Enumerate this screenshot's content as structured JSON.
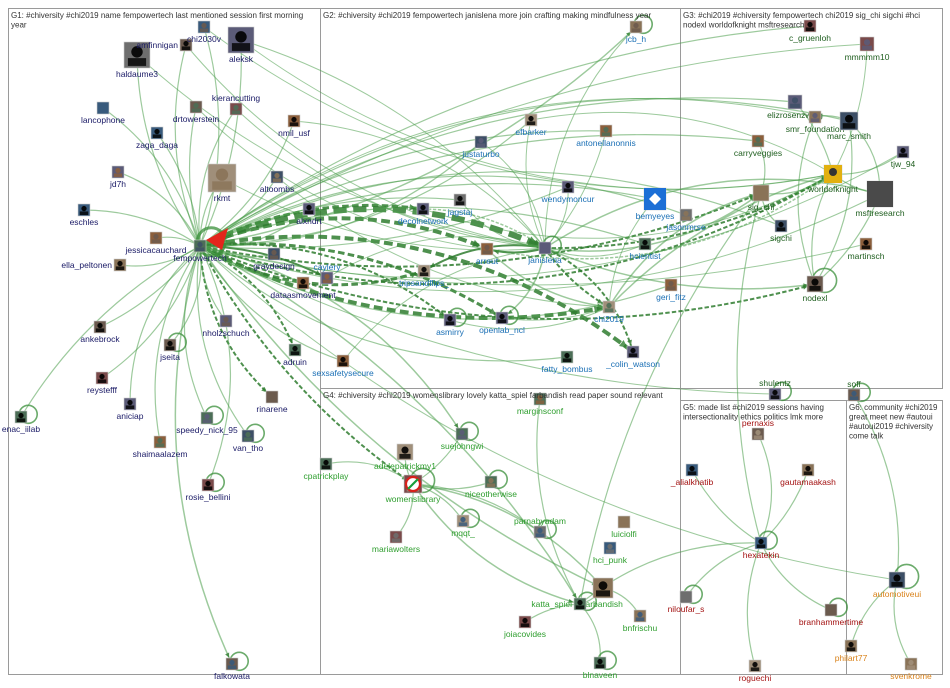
{
  "groups": [
    {
      "id": "G1",
      "header": "G1: #chiversity #chi2019 name fempowertech last mentioned session first morning year"
    },
    {
      "id": "G2",
      "header": "G2: #chiversity #chi2019 fempowertech janislena more join crafting making mindfulness year"
    },
    {
      "id": "G3",
      "header": "G3: #chi2019 #chiversity fempowertech chi2019 sig_chi sigchi #hci nodexl worldofknight msftresearch"
    },
    {
      "id": "G4",
      "header": "G4: #chiversity #chi2019 womenslibrary lovely katta_spiel farbandish read paper sound relevant"
    },
    {
      "id": "G5",
      "header": "G5: made list #chi2019 sessions having intersectionality ethics politics lmk more"
    },
    {
      "id": "G6",
      "header": "G6: community #chi2019 great meet new #autoui #autoui2019 #chiversity come talk"
    }
  ],
  "colors": {
    "G1": "#1a1a66",
    "G2": "#1a6fb5",
    "G3": "#1f5e1f",
    "G4": "#2e9e2e",
    "G5": "#a31212",
    "G6": "#d9821a",
    "edge": "#4d9e4d",
    "border": "#9a9a9a"
  },
  "nodes": [
    {
      "id": "haldaume3",
      "g": "G1"
    },
    {
      "id": "amfinnigan",
      "g": "G1"
    },
    {
      "id": "chi2030v",
      "g": "G1"
    },
    {
      "id": "aleksk",
      "g": "G1"
    },
    {
      "id": "kierancutting",
      "g": "G1"
    },
    {
      "id": "lancophone",
      "g": "G1"
    },
    {
      "id": "drtowerstein",
      "g": "G1"
    },
    {
      "id": "nmil_usf",
      "g": "G1"
    },
    {
      "id": "zaga_daga",
      "g": "G1"
    },
    {
      "id": "jd7h",
      "g": "G1"
    },
    {
      "id": "rkmt",
      "g": "G1"
    },
    {
      "id": "altoombs",
      "g": "G1"
    },
    {
      "id": "eschles",
      "g": "G1"
    },
    {
      "id": "alxndrt",
      "g": "G1"
    },
    {
      "id": "jessicacauchard",
      "g": "G1"
    },
    {
      "id": "fempowertech",
      "g": "G1"
    },
    {
      "id": "ella_peltonen",
      "g": "G1"
    },
    {
      "id": "graydesign",
      "g": "G1"
    },
    {
      "id": "dataasmovement",
      "g": "G1"
    },
    {
      "id": "ankebrock",
      "g": "G1"
    },
    {
      "id": "nholzschuch",
      "g": "G1"
    },
    {
      "id": "jseita",
      "g": "G1"
    },
    {
      "id": "adruin",
      "g": "G1"
    },
    {
      "id": "reystefff",
      "g": "G1"
    },
    {
      "id": "aniciap",
      "g": "G1"
    },
    {
      "id": "enac_iilab",
      "g": "G1"
    },
    {
      "id": "rinarene",
      "g": "G1"
    },
    {
      "id": "speedy_nick_95",
      "g": "G1"
    },
    {
      "id": "van_tho",
      "g": "G1"
    },
    {
      "id": "shaimaalazem",
      "g": "G1"
    },
    {
      "id": "rosie_bellini",
      "g": "G1"
    },
    {
      "id": "falkowata",
      "g": "G1"
    },
    {
      "id": "jcb_h",
      "g": "G2"
    },
    {
      "id": "efbarker",
      "g": "G2"
    },
    {
      "id": "antonellanonnis",
      "g": "G2"
    },
    {
      "id": "justaturbo",
      "g": "G2"
    },
    {
      "id": "wendymoncur",
      "g": "G2"
    },
    {
      "id": "jagstaj",
      "g": "G2"
    },
    {
      "id": "decolnetwork",
      "g": "G2"
    },
    {
      "id": "arreut",
      "g": "G2"
    },
    {
      "id": "janislena",
      "g": "G2"
    },
    {
      "id": "caylery",
      "g": "G2"
    },
    {
      "id": "tripsandflips_",
      "g": "G2"
    },
    {
      "id": "asmirry",
      "g": "G2"
    },
    {
      "id": "openlab_ncl",
      "g": "G2"
    },
    {
      "id": "sexsafetysecure",
      "g": "G2"
    },
    {
      "id": "fatty_bombus",
      "g": "G2"
    },
    {
      "id": "_colin_watson",
      "g": "G2"
    },
    {
      "id": "bemyeyes",
      "g": "G2"
    },
    {
      "id": "jasonmrse",
      "g": "G2"
    },
    {
      "id": "hcientist",
      "g": "G2"
    },
    {
      "id": "geri_fitz",
      "g": "G2"
    },
    {
      "id": "chi2019",
      "g": "G2"
    },
    {
      "id": "c_gruenloh",
      "g": "G3"
    },
    {
      "id": "mmmmm10",
      "g": "G3"
    },
    {
      "id": "elizrosenzweig",
      "g": "G3"
    },
    {
      "id": "smr_foundation",
      "g": "G3"
    },
    {
      "id": "marc_smith",
      "g": "G3"
    },
    {
      "id": "tjw_94",
      "g": "G3"
    },
    {
      "id": "carryveggies",
      "g": "G3"
    },
    {
      "id": "worldofknight",
      "g": "G3"
    },
    {
      "id": "msftresearch",
      "g": "G3"
    },
    {
      "id": "sig_chi",
      "g": "G3"
    },
    {
      "id": "sigchi",
      "g": "G3"
    },
    {
      "id": "martinsch",
      "g": "G3"
    },
    {
      "id": "nodexl",
      "g": "G3"
    },
    {
      "id": "shulentz",
      "g": "G3"
    },
    {
      "id": "soff",
      "g": "G3"
    },
    {
      "id": "marginsconf",
      "g": "G4"
    },
    {
      "id": "suejohngwi",
      "g": "G4"
    },
    {
      "id": "adelepatrickmy1",
      "g": "G4"
    },
    {
      "id": "womenslibrary",
      "g": "G4"
    },
    {
      "id": "cpatrickplay",
      "g": "G4"
    },
    {
      "id": "niceotherwise",
      "g": "G4"
    },
    {
      "id": "mqqt_",
      "g": "G4"
    },
    {
      "id": "mariawolters",
      "g": "G4"
    },
    {
      "id": "parnabyadam",
      "g": "G4"
    },
    {
      "id": "luiciolfi",
      "g": "G4"
    },
    {
      "id": "hci_punk",
      "g": "G4"
    },
    {
      "id": "farbandish",
      "g": "G4"
    },
    {
      "id": "katta_spiel",
      "g": "G4"
    },
    {
      "id": "joiacovides",
      "g": "G4"
    },
    {
      "id": "bnfrischu",
      "g": "G4"
    },
    {
      "id": "blnaveen",
      "g": "G4"
    },
    {
      "id": "_alialkhatib",
      "g": "G5"
    },
    {
      "id": "pernaxis",
      "g": "G5"
    },
    {
      "id": "gautamaakash",
      "g": "G5"
    },
    {
      "id": "hexatekin",
      "g": "G5"
    },
    {
      "id": "niloufar_s",
      "g": "G5"
    },
    {
      "id": "branhammertime",
      "g": "G5"
    },
    {
      "id": "roguechi",
      "g": "G5"
    },
    {
      "id": "automotiveui",
      "g": "G6"
    },
    {
      "id": "philart77",
      "g": "G6"
    },
    {
      "id": "svenkrome",
      "g": "G6"
    }
  ]
}
